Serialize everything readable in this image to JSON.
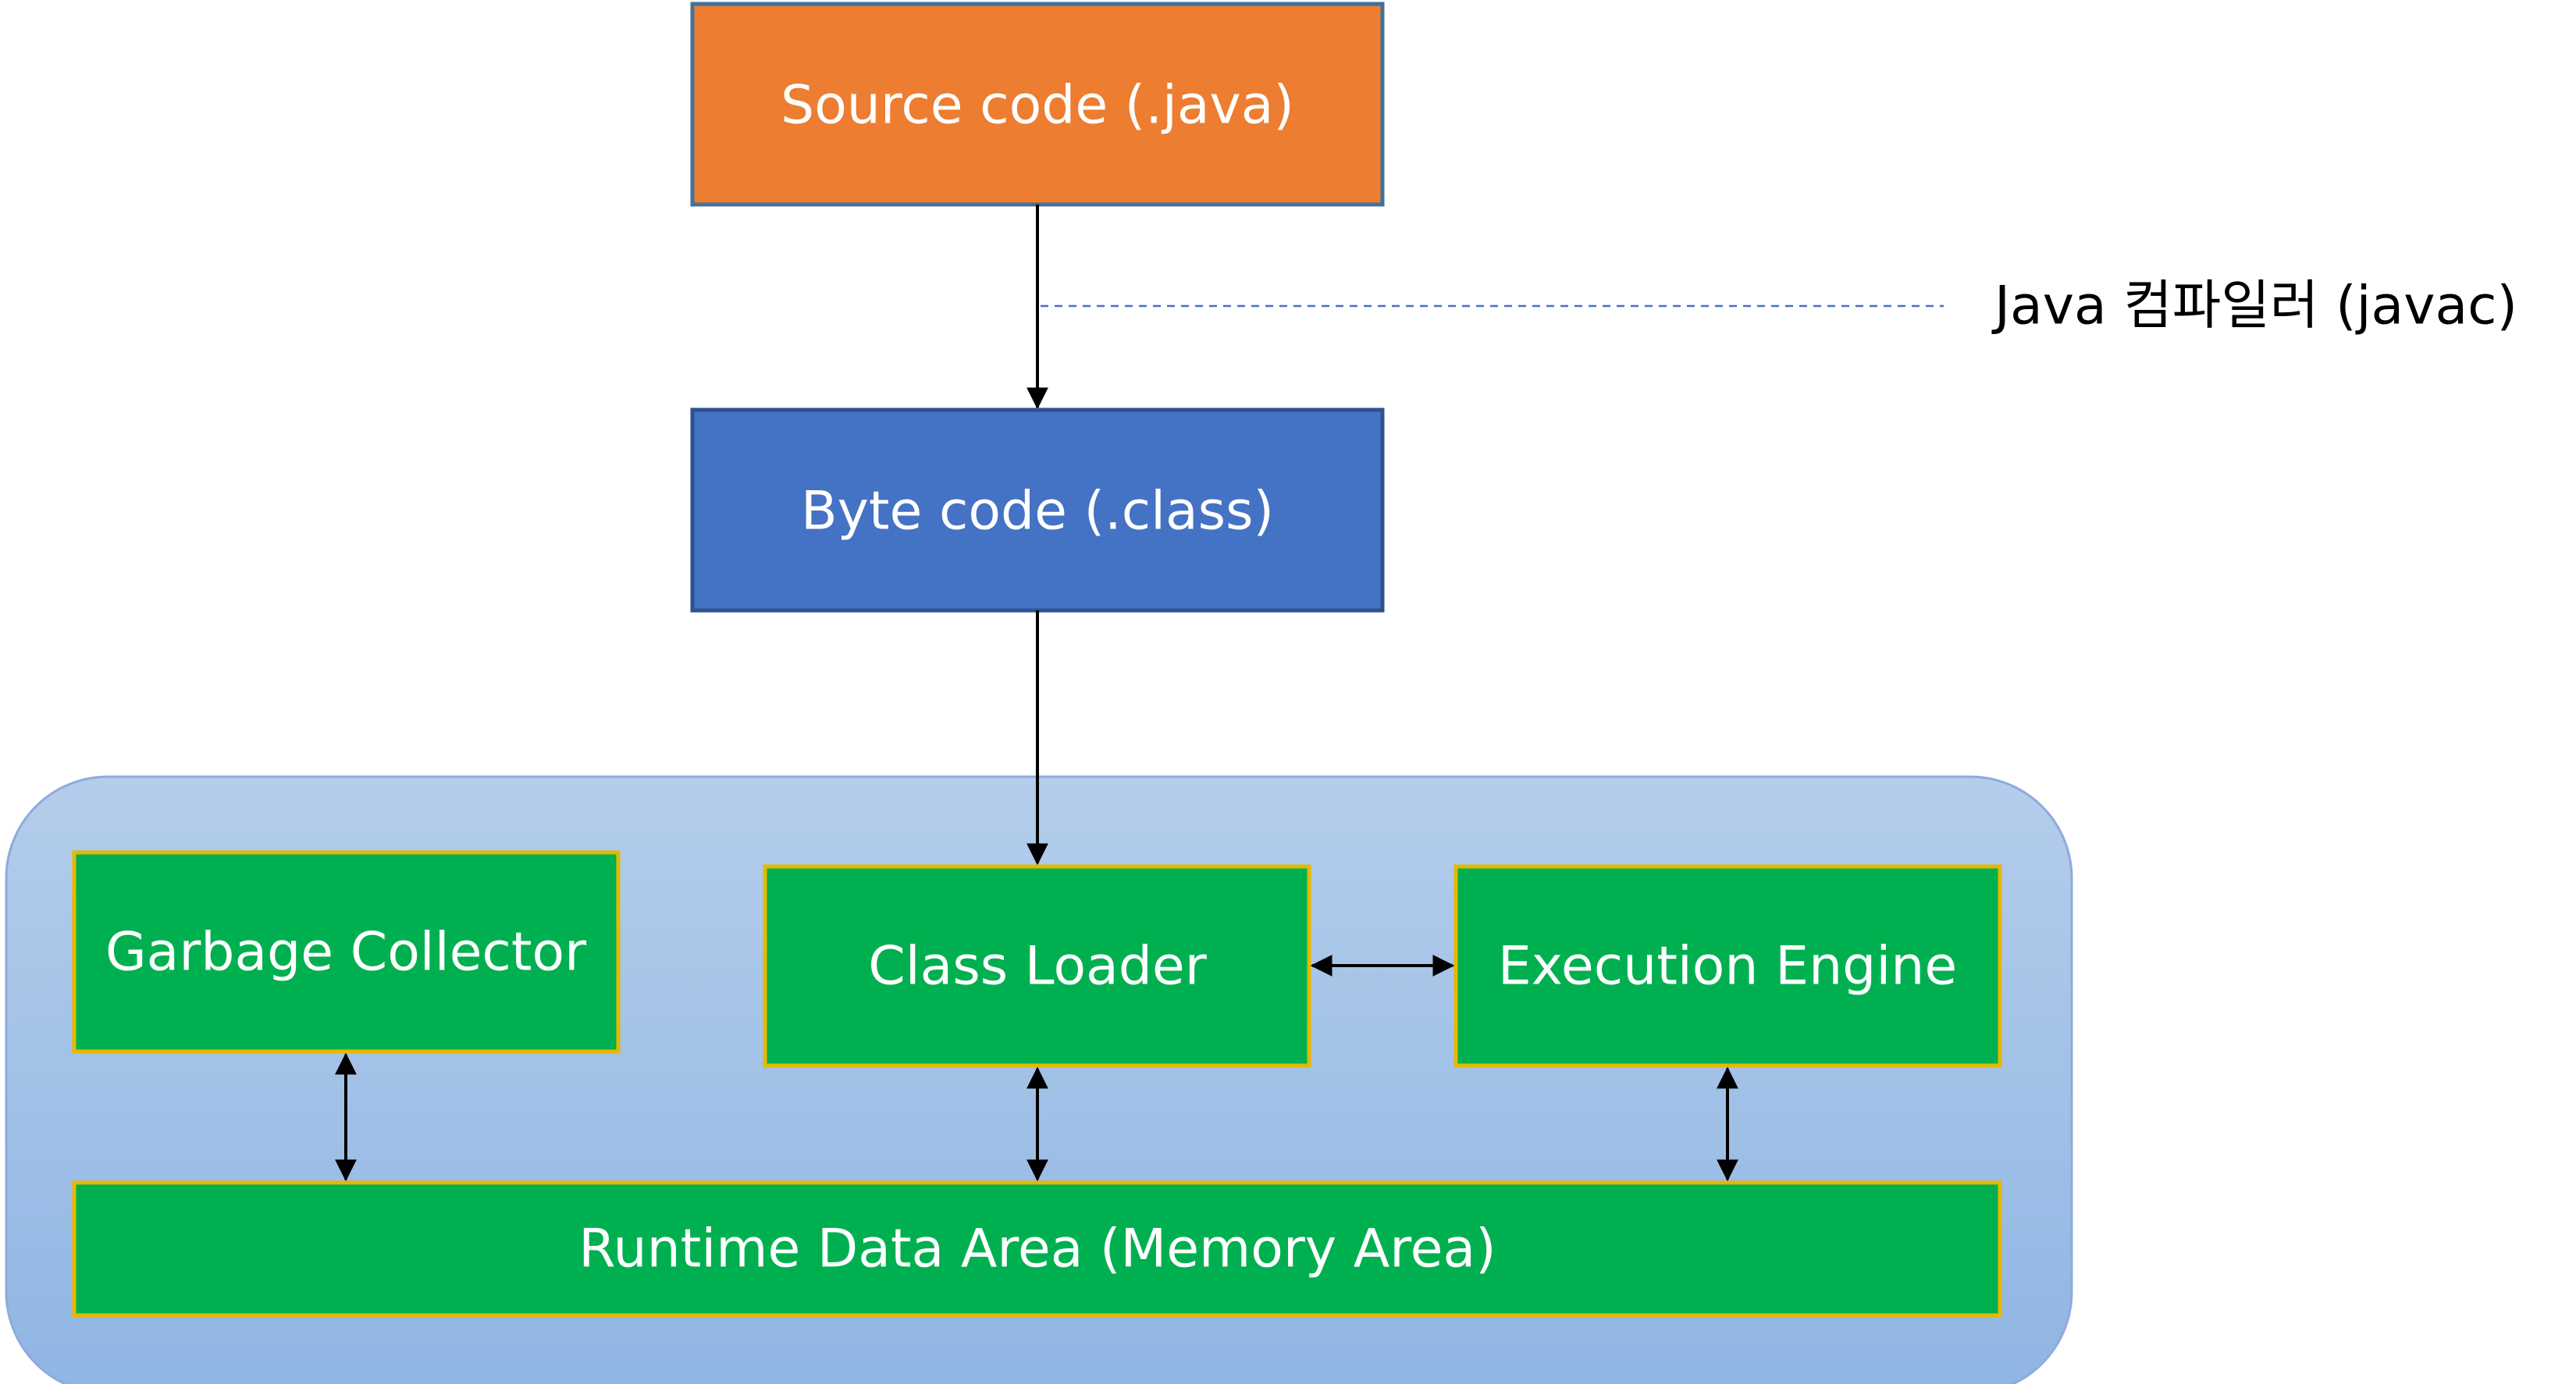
{
  "nodes": {
    "source_code": "Source code (.java)",
    "byte_code": "Byte code (.class)",
    "garbage_collector": "Garbage Collector",
    "class_loader": "Class Loader",
    "execution_engine": "Execution Engine",
    "runtime_data_area": "Runtime Data Area (Memory Area)"
  },
  "annotations": {
    "compiler": "Java 컴파일러 (javac)"
  },
  "colors": {
    "source_fill": "#ED7D31",
    "bytecode_fill": "#4472C4",
    "component_fill": "#00B050",
    "component_border": "#E6B800",
    "container_top": "#B4CDEB",
    "container_bottom": "#8FB5E3"
  }
}
